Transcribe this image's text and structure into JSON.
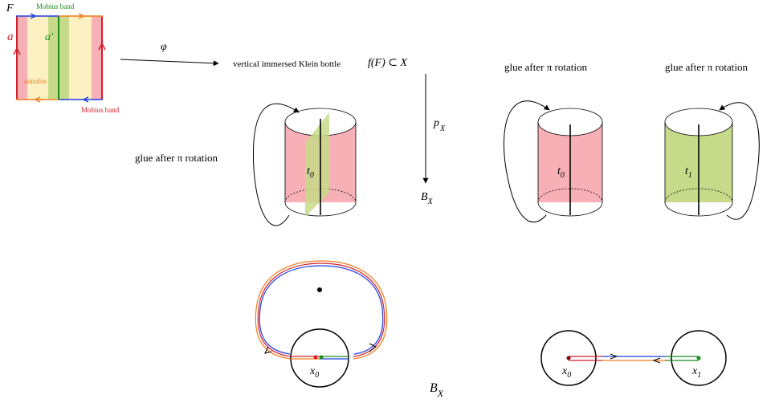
{
  "square": {
    "F": "F",
    "a": "a",
    "a_prime": "a'",
    "mobius_top": "Mobius band",
    "mobius_bottom": "Mobius band",
    "annulus": "annulus"
  },
  "arrows": {
    "phi": "φ",
    "p_X": "p",
    "p_X_sub": "X"
  },
  "labels": {
    "klein_caption": "vertical immersed Klein bottle",
    "klein_set": "f(F) ⊂ X",
    "B_X_mid": "B",
    "B_X_mid_sub": "X",
    "B_X_bottom": "B",
    "B_X_bottom_sub": "X"
  },
  "cylinders": {
    "left_glue": "glue after π  rotation",
    "left_t": "t",
    "left_t_sub": "0",
    "mid_glue": "glue after π  rotation",
    "mid_t": "t",
    "mid_t_sub": "0",
    "right_glue": "glue after π  rotation",
    "right_t": "t",
    "right_t_sub": "1"
  },
  "base": {
    "left_x": "x",
    "left_x_sub": "0",
    "right_x0": "x",
    "right_x0_sub": "0",
    "right_x1": "x",
    "right_x1_sub": "1"
  },
  "colors": {
    "pink": "#f7b0b5",
    "cream": "#fdf1c4",
    "olive": "#c7da8a",
    "red": "#d2202a",
    "green": "#1a8a1a",
    "blue": "#1f3ee0",
    "orange": "#f07c1c"
  }
}
